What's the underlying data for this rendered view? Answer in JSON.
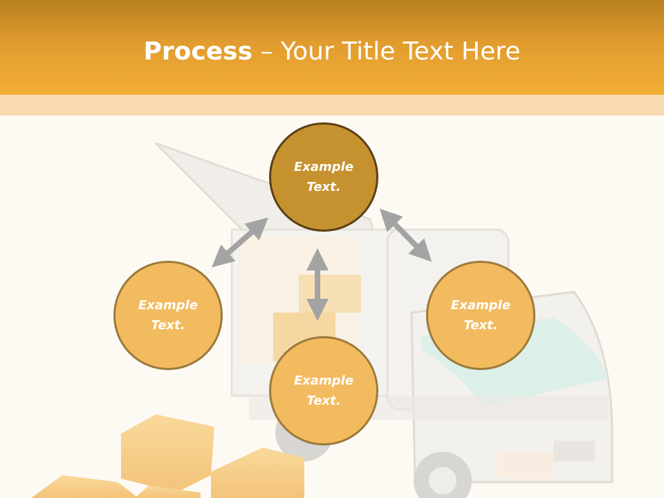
{
  "title": {
    "bold": "Process",
    "rest": " – Your Title Text Here"
  },
  "nodes": [
    {
      "line1": "Example",
      "line2": "Text."
    },
    {
      "line1": "Example",
      "line2": "Text."
    },
    {
      "line1": "Example",
      "line2": "Text."
    },
    {
      "line1": "Example",
      "line2": "Text."
    }
  ],
  "colors": {
    "header": "#f2ae35",
    "node_light": "#f3bb5f",
    "node_dark": "#c6922f",
    "arrow": "#a3a3a3"
  },
  "background_image": "delivery-truck-with-boxes"
}
